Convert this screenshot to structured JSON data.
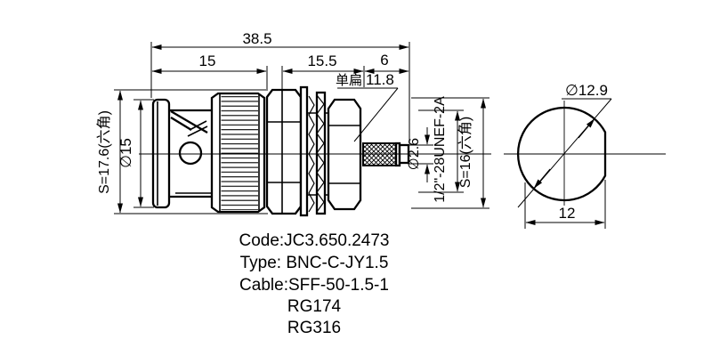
{
  "colors": {
    "background": "#ffffff",
    "line": "#000000"
  },
  "front_view": {
    "dims": {
      "total_length": "38.5",
      "front_section": "15",
      "mid_section": "15.5",
      "rear_section": "6",
      "flat_label": "单扁",
      "flat_value": "11.8",
      "front_hex": "S=17.6(六角)",
      "front_diameter": "∅15",
      "cable_entry_diameter": "∅2.6",
      "thread_spec": "1/2\"-28UNEF-2A",
      "rear_hex": "S=16(六角)"
    }
  },
  "side_view": {
    "dims": {
      "diameter": "∅12.9",
      "across_flat": "12"
    }
  },
  "notes": {
    "code": "Code:JC3.650.2473",
    "type": "Type: BNC-C-JY1.5",
    "cable": "Cable:SFF-50-1.5-1",
    "cable_alt1": "RG174",
    "cable_alt2": "RG316"
  }
}
